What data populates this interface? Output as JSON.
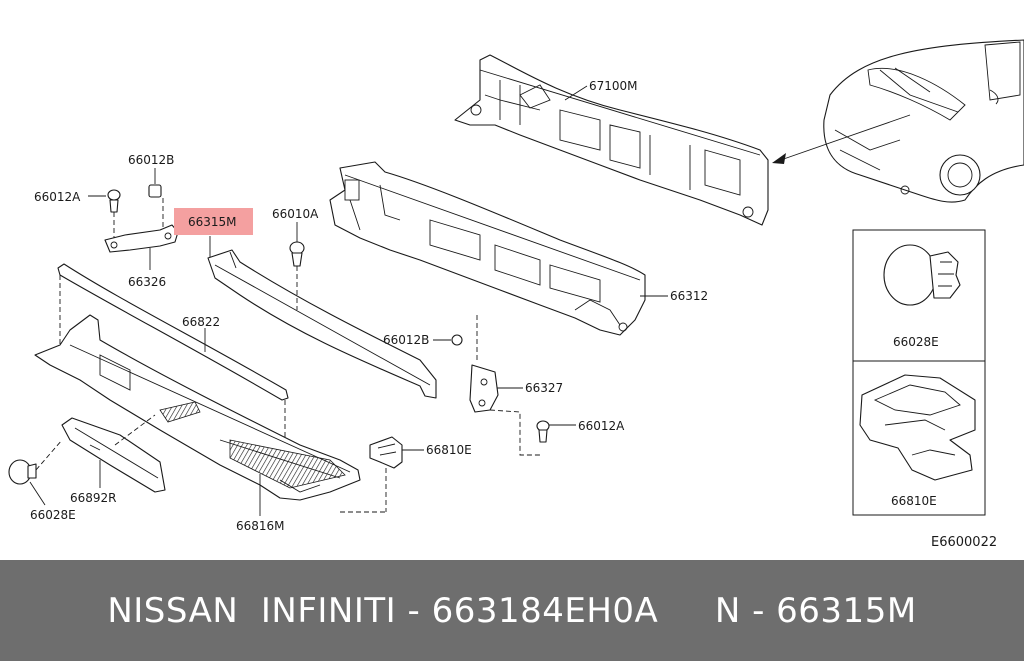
{
  "diagram": {
    "code": "E6600022",
    "highlight_color": "#f4a0a0",
    "labels": {
      "p67100M": "67100M",
      "p66012B_top": "66012B",
      "p66012A_top": "66012A",
      "p66315M": "66315M",
      "p66010A": "66010A",
      "p66326": "66326",
      "p66312": "66312",
      "p66822": "66822",
      "p66012B_mid": "66012B",
      "p66327": "66327",
      "p66012A_mid": "66012A",
      "p66810E": "66810E",
      "p66892R": "66892R",
      "p66028E": "66028E",
      "p66816M": "66816M",
      "box_66028E": "66028E",
      "box_66810E": "66810E"
    }
  },
  "footer": {
    "text": "NISSAN  INFINITI - 663184EH0A     N - 66315M"
  }
}
